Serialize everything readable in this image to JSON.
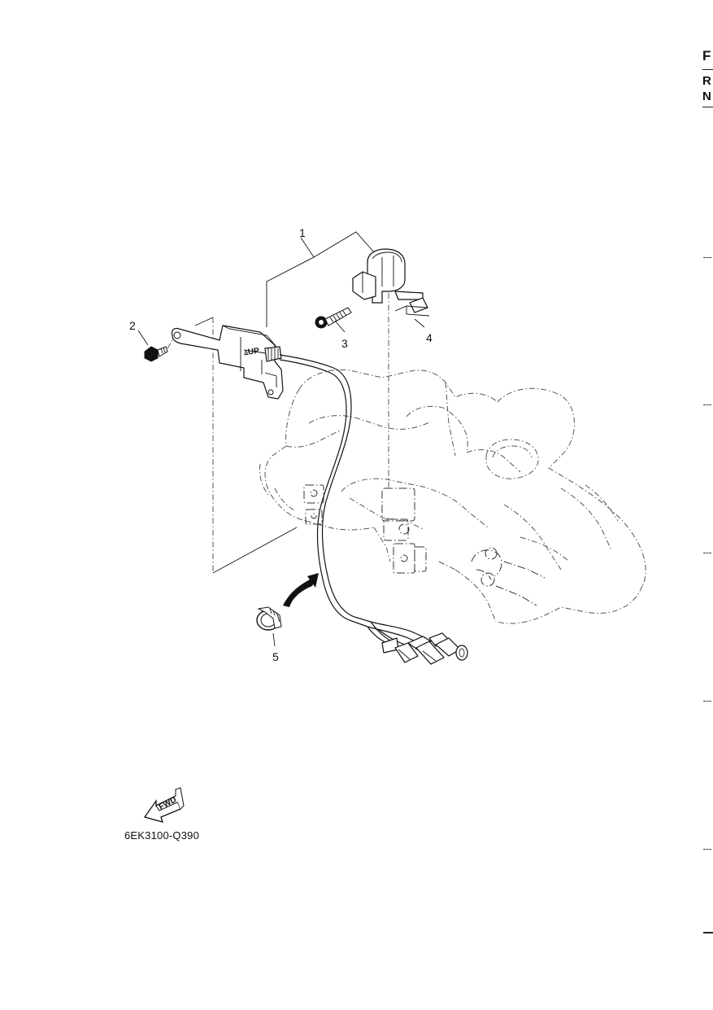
{
  "header": {
    "letters": [
      "F",
      "R",
      "N"
    ]
  },
  "callouts": [
    "1",
    "2",
    "3",
    "4",
    "5"
  ],
  "figure": {
    "code": "6EK3100-Q390",
    "fwd_label": "FWD",
    "up_label": "UP"
  }
}
